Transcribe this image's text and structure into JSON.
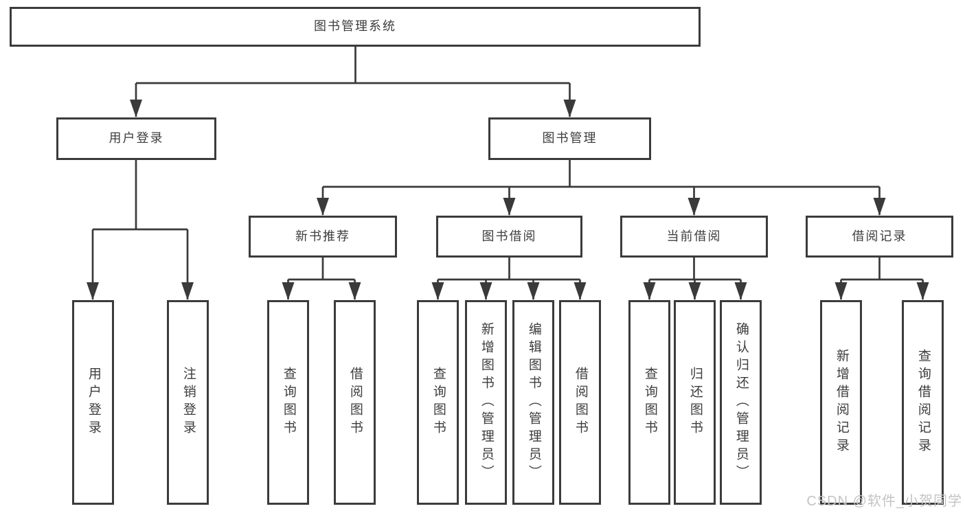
{
  "colors": {
    "line": "#3a3a3a",
    "border": "#3b3b3b",
    "text": "#3d3d3d",
    "watermark_text": "#c3c3c3",
    "background": "#ffffff"
  },
  "watermark": "CSDN @软件_小贺同学",
  "tree": {
    "label": "图书管理系统",
    "children": [
      {
        "label": "用户登录",
        "children": [
          {
            "label": "用户登录"
          },
          {
            "label": "注销登录"
          }
        ]
      },
      {
        "label": "图书管理",
        "children": [
          {
            "label": "新书推荐",
            "children": [
              {
                "label": "查询图书"
              },
              {
                "label": "借阅图书"
              }
            ]
          },
          {
            "label": "图书借阅",
            "children": [
              {
                "label": "查询图书"
              },
              {
                "label": "新增图书（管理员）"
              },
              {
                "label": "编辑图书（管理员）"
              },
              {
                "label": "借阅图书"
              }
            ]
          },
          {
            "label": "当前借阅",
            "children": [
              {
                "label": "查询图书"
              },
              {
                "label": "归还图书"
              },
              {
                "label": "确认归还（管理员）"
              }
            ]
          },
          {
            "label": "借阅记录",
            "children": [
              {
                "label": "新增借阅记录"
              },
              {
                "label": "查询借阅记录"
              }
            ]
          }
        ]
      }
    ]
  }
}
